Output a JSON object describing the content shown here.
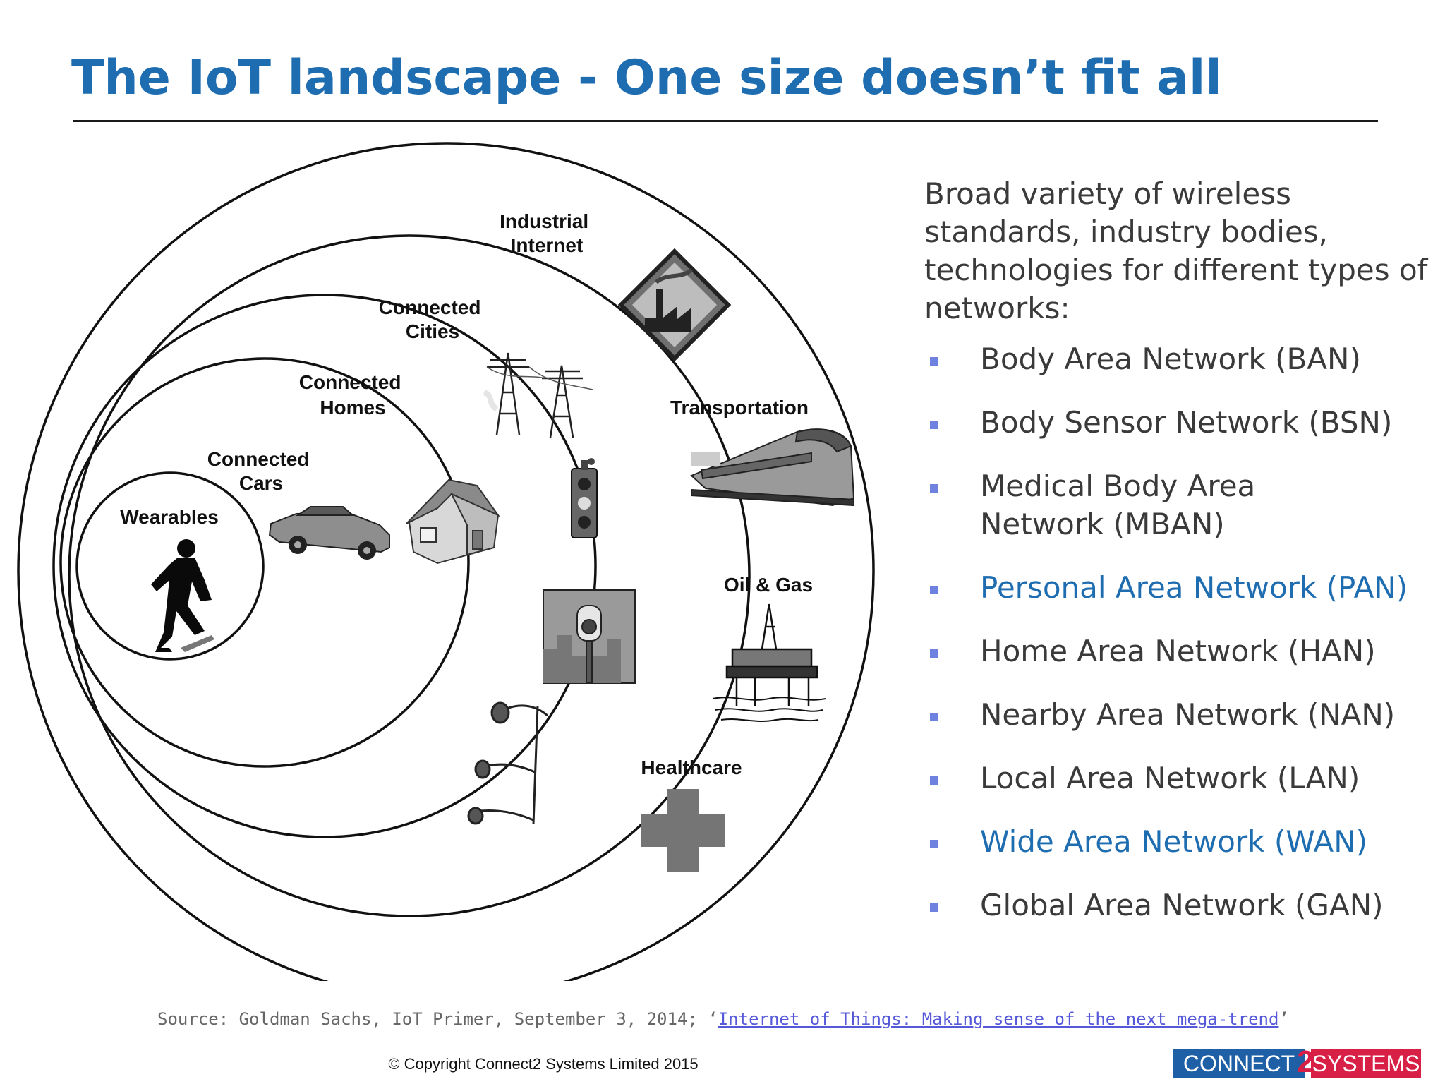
{
  "slide": {
    "title": "The IoT landscape - One size doesn’t fit all"
  },
  "diagram": {
    "rings": [
      "Wearables",
      "Connected Cars",
      "Connected Homes",
      "Connected Cities",
      "Industrial Internet"
    ],
    "labels": {
      "wearables": "Wearables",
      "connected_cars": [
        "Connected",
        "Cars"
      ],
      "connected_homes": [
        "Connected",
        "Homes"
      ],
      "connected_cities": [
        "Connected",
        "Cities"
      ],
      "industrial_internet": [
        "Industrial",
        "Internet"
      ],
      "transportation": "Transportation",
      "oil_gas": "Oil & Gas",
      "healthcare": "Healthcare"
    },
    "icons": [
      "runner-icon",
      "car-icon",
      "house-icon",
      "power-lines-icon",
      "traffic-light-icon",
      "parking-meter-icon",
      "street-lamp-icon",
      "factory-icon",
      "train-icon",
      "oil-rig-icon",
      "medical-cross-icon"
    ]
  },
  "side_panel": {
    "intro": "Broad variety of wireless standards, industry bodies, technologies for different types of networks:",
    "networks": [
      {
        "label": "Body Area Network (BAN)"
      },
      {
        "label": "Body Sensor Network (BSN)"
      },
      {
        "label": "Medical Body Area Network (MBAN)"
      },
      {
        "label": "Personal Area Network (PAN)"
      },
      {
        "label": "Home Area Network (HAN)"
      },
      {
        "label": "Nearby Area Network (NAN)"
      },
      {
        "label": "Local Area Network (LAN)"
      },
      {
        "label": "Wide Area Network (WAN)"
      },
      {
        "label": "Global Area Network (GAN)"
      }
    ],
    "highlight_color": "#1f6db1",
    "text_color": "#3a3a3a"
  },
  "footer": {
    "source_prefix": "Source: Goldman Sachs, IoT Primer, September 3, 2014; ‘",
    "source_link": "Internet of Things: Making sense of the next mega-trend",
    "source_suffix": "’",
    "copyright": "© Copyright Connect2 Systems Limited 2015",
    "logo_left": "CONNECT",
    "logo_2": "2",
    "logo_right": "SYSTEMS"
  },
  "colors": {
    "title_blue": "#1f6db1",
    "bullet": "#6f82e0",
    "logo_blue": "#1f5fa6",
    "logo_red": "#d81f46"
  }
}
